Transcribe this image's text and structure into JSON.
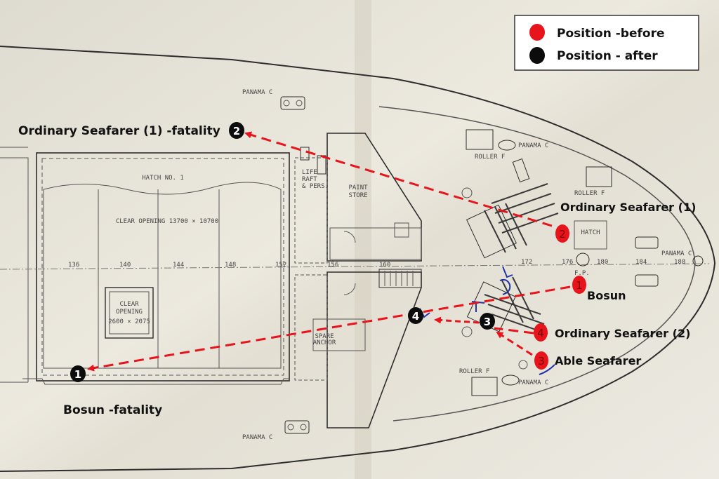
{
  "legend": {
    "before_label": "Position -before",
    "after_label": "Position - after",
    "before_color": "#e8141c",
    "after_color": "#0c0c0c"
  },
  "arrow_color": "#e8141c",
  "markers": {
    "before": [
      {
        "number": "1",
        "label": "Bosun"
      },
      {
        "number": "2",
        "label": "Ordinary Seafarer (1)"
      },
      {
        "number": "3",
        "label": "Able Seafarer"
      },
      {
        "number": "4",
        "label": "Ordinary Seafarer (2)"
      }
    ],
    "after": [
      {
        "number": "1",
        "label": "Bosun -fatality"
      },
      {
        "number": "2",
        "label": "Ordinary Seafarer (1) -fatality"
      },
      {
        "number": "3",
        "label": ""
      },
      {
        "number": "4",
        "label": ""
      }
    ]
  },
  "plan_text": {
    "hatch_title": "HATCH NO. 1",
    "clear_opening": "CLEAR OPENING 13700 × 10700",
    "small_opening_l1": "CLEAR",
    "small_opening_l2": "OPENING",
    "small_opening_l3": "2600 × 2075",
    "liferaft_l1": "LIFE",
    "liferaft_l2": "RAFT",
    "liferaft_l3": "& PERS.",
    "paint_l1": "PAINT",
    "paint_l2": "STORE",
    "spare_l1": "SPARE",
    "spare_l2": "ANCHOR",
    "hatch_small": "HATCH",
    "fp_label": "F.P.",
    "panama_top": "PANAMA C",
    "panama_top2": "PANAMA C",
    "panama_right": "PANAMA C",
    "panama_bottom": "PANAMA C",
    "panama_bottom2": "PANAMA C",
    "roller_top": "ROLLER F",
    "roller_top2": "ROLLER F",
    "roller_bottom": "ROLLER F",
    "frames": [
      "136",
      "140",
      "144",
      "148",
      "152",
      "156",
      "160",
      "172",
      "176",
      "180",
      "184",
      "188"
    ]
  }
}
